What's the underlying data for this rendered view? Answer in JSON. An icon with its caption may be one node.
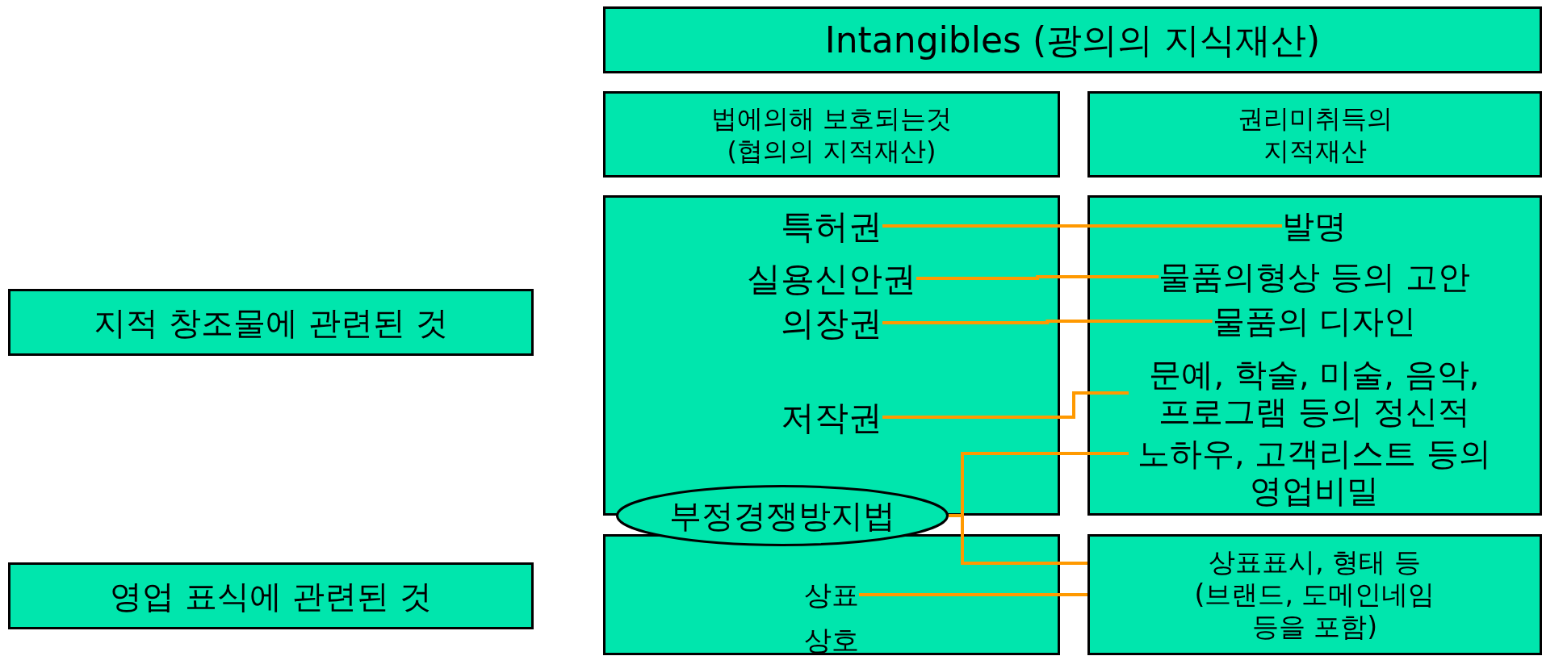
{
  "diagram": {
    "nodes": [
      {
        "text": [
          "Intangibles (광의의 지식재산)"
        ]
      },
      {
        "text": [
          "법에의해 보호되는것 (협의의 지적재산)"
        ]
      },
      {
        "text": [
          "권리미취득의 지적재산"
        ]
      },
      {
        "text": [],
        "shape": "box"
      },
      {
        "text": [
          "특허권"
        ],
        "in": 3
      },
      {
        "text": [
          "실용신안권"
        ],
        "in": 3
      },
      {
        "text": [
          "의장권"
        ],
        "in": 3
      },
      {
        "text": [
          "저작권"
        ],
        "in": 3
      },
      {
        "text": [],
        "shape": "box"
      },
      {
        "text": [
          "발명"
        ],
        "in": 8
      },
      {
        "text": [
          "물품의형상 등의 고안"
        ],
        "in": 8
      },
      {
        "text": [
          "물품의 디자인"
        ],
        "in": 8
      },
      {
        "text": [
          "문예, 학술, 미술, 음악, 프로그램 등의 정신적"
        ],
        "in": 8
      },
      {
        "text": [
          "노하우, 고객리스트 등의 영업비밀"
        ],
        "in": 8
      },
      {
        "text": [
          "부정경쟁방지법"
        ]
      },
      {
        "text": [],
        "shape": "box"
      },
      {
        "text": [
          "상표"
        ],
        "in": 15
      },
      {
        "text": [
          "상호"
        ],
        "in": 15
      },
      {
        "text": [
          "상표표시, 형태 등 (브랜드, 도메인네임 등을 포함)"
        ]
      },
      {
        "text": [
          "지적 창조물에 관련된 것"
        ]
      },
      {
        "text": [
          "영업 표식에 관련된 것"
        ]
      }
    ],
    "edges": [
      {
        "from": 4,
        "to": 9,
        "arrow": "none"
      },
      {
        "from": 5,
        "to": 10,
        "arrow": "none"
      },
      {
        "from": 6,
        "to": 11,
        "arrow": "none"
      },
      {
        "from": 7,
        "to": 12,
        "arrow": "none"
      },
      {
        "from": 14,
        "to": 13,
        "arrow": "none"
      },
      {
        "from": 14,
        "to": 18,
        "arrow": "none"
      },
      {
        "from": 16,
        "to": 18,
        "arrow": "none"
      }
    ]
  }
}
